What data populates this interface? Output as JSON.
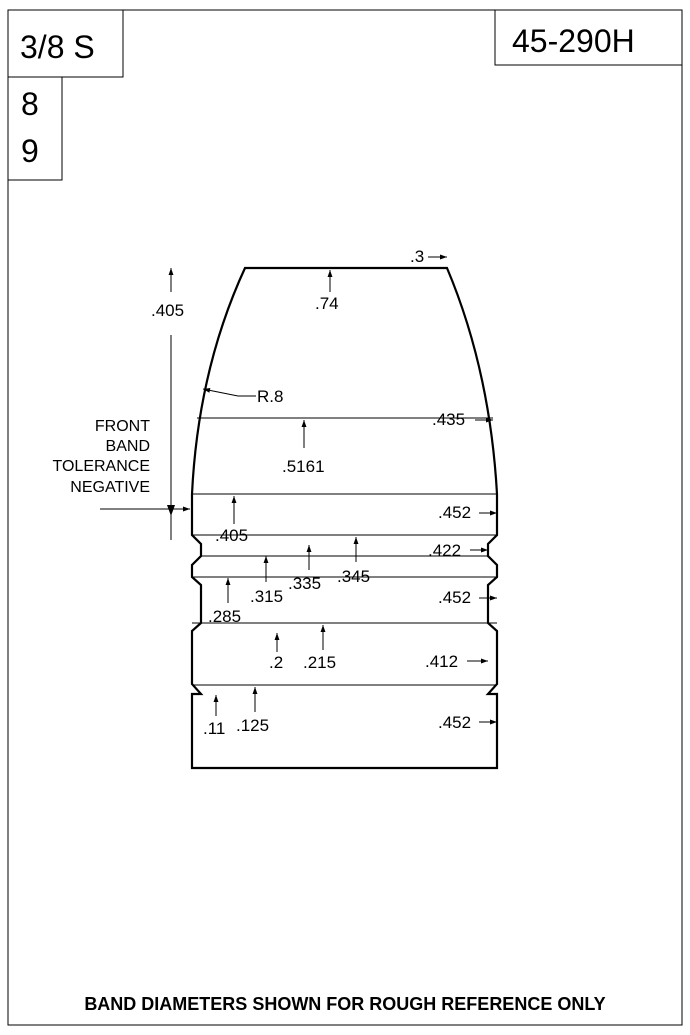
{
  "header": {
    "twist": "3/8 S",
    "cavities_top": "8",
    "cavities_bottom": "9",
    "mold_number": "45-290H"
  },
  "front_band_note": [
    "FRONT",
    "BAND",
    "TOLERANCE",
    "NEGATIVE"
  ],
  "dimensions": {
    "meplat_offset": ".3",
    "meplat": ".74",
    "nose_length": ".405",
    "ogive_radius": "R.8",
    "nose_diameter": ".435",
    "nose_band_length": ".5161",
    "front_band_diameter": ".452",
    "front_band_length": ".405",
    "groove1_diameter": ".422",
    "groove1_top": ".345",
    "groove1_mid": ".335",
    "groove1_bottom": ".315",
    "middle_band_diameter": ".452",
    "middle_band_length": ".285",
    "lube_groove_diameter": ".412",
    "lube_groove_top": ".215",
    "lube_groove_bottom": ".2",
    "rear_band_diameter": ".452",
    "rear_band_top": ".125",
    "rear_band_bottom": ".11"
  },
  "footer": "BAND DIAMETERS SHOWN FOR ROUGH REFERENCE ONLY"
}
